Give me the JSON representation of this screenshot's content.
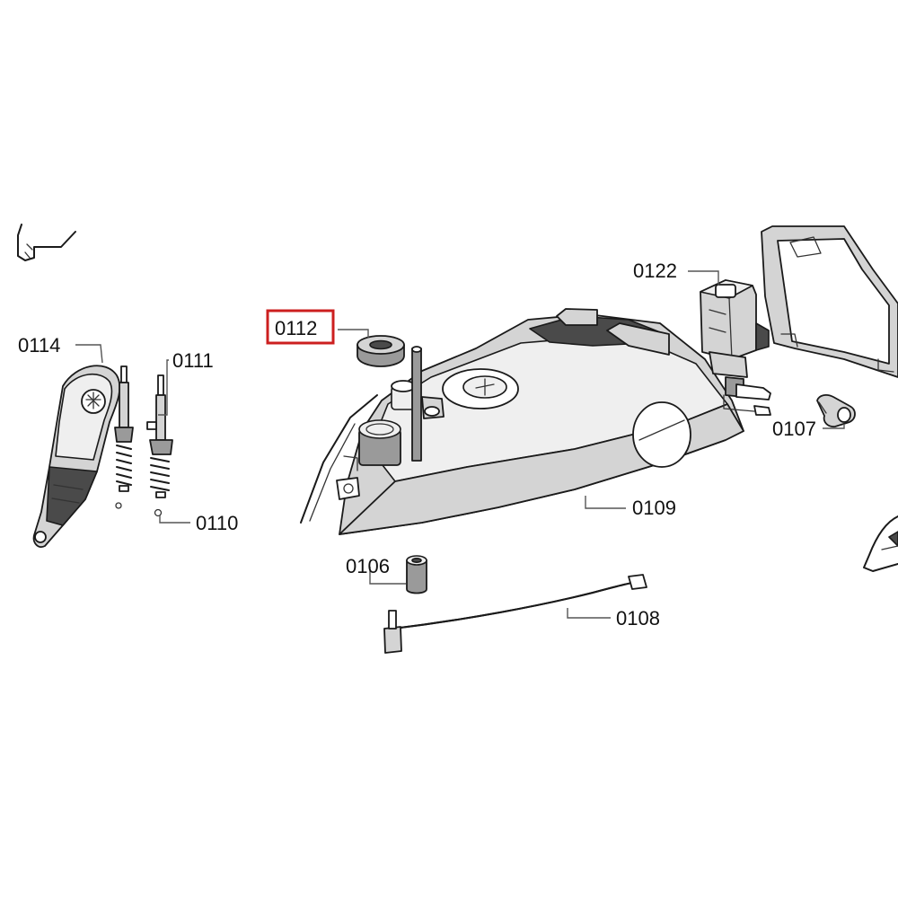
{
  "highlight_color": "#cc1f1f",
  "highlighted_part": "0112",
  "labels": {
    "p0114": "0114",
    "p0111": "0111",
    "p0110": "0110",
    "p0112": "0112",
    "p0122": "0122",
    "p0107": "0107",
    "p0109": "0109",
    "p0106": "0106",
    "p0108": "0108"
  }
}
